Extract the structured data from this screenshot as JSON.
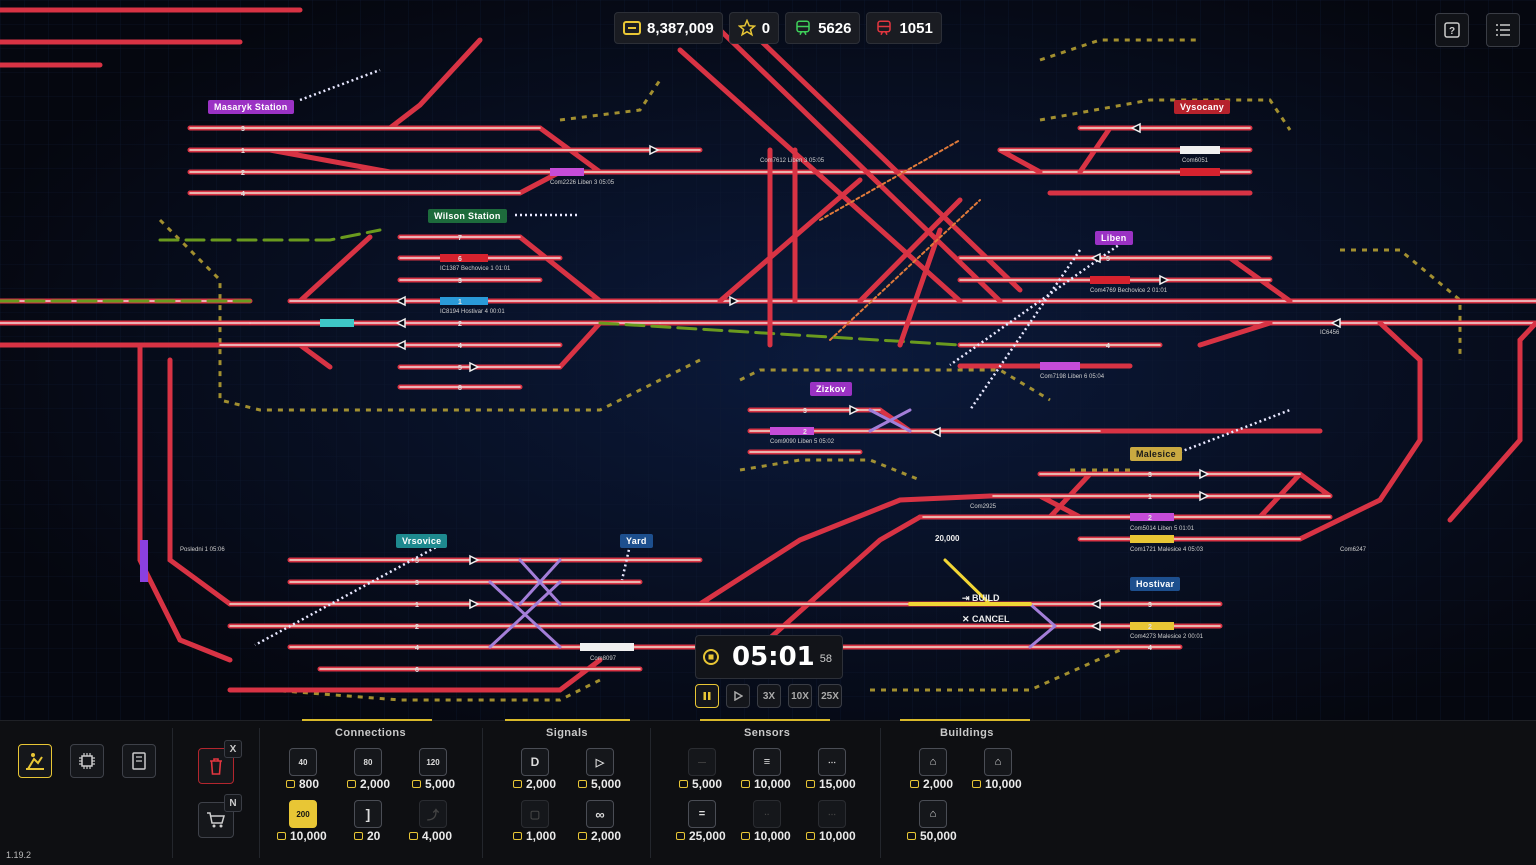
{
  "stats": {
    "money": "8,387,009",
    "stars": "0",
    "green_trains": "5626",
    "red_trains": "1051"
  },
  "stations": [
    {
      "name": "Masaryk Station",
      "style": "purple"
    },
    {
      "name": "Wilson Station",
      "style": "green"
    },
    {
      "name": "Vysocany",
      "style": "red"
    },
    {
      "name": "Liben",
      "style": "purple"
    },
    {
      "name": "Zizkov",
      "style": "purple"
    },
    {
      "name": "Malesice",
      "style": "yellow"
    },
    {
      "name": "Vrsovice",
      "style": "teal"
    },
    {
      "name": "Yard",
      "style": "blue"
    },
    {
      "name": "Hostivar",
      "style": "blue"
    }
  ],
  "trains": [
    "Com2226  Liben  3  05:05",
    "IC1387  Bechovice  1  01:01",
    "IC8194  Hostivar  4  00:01",
    "Com7612  Liben  3  05:05",
    "Com6051",
    "Com4769  Bechovice  2  01:01",
    "Com7198  Liben  6  05:04",
    "Com9090  Liben  5  05:02",
    "Com5014  Liben  5  01:01",
    "Com1721  Malesice  4  05:03",
    "Com4273  Malesice  2  00:01",
    "IC6456",
    "Com2925",
    "Com6247",
    "Com8097",
    "Posledni  1  05:06"
  ],
  "build_tip": {
    "price": "20,000",
    "build": "BUILD",
    "cancel": "CANCEL"
  },
  "clock": {
    "time": "05:01",
    "seconds": "58"
  },
  "speeds": [
    "3X",
    "10X",
    "25X"
  ],
  "toolbar": {
    "keys": {
      "delete": "X",
      "shop": "N"
    },
    "categories": {
      "connections": "Connections",
      "signals": "Signals",
      "sensors": "Sensors",
      "buildings": "Buildings"
    },
    "connections": [
      {
        "icon": "40",
        "price": "800"
      },
      {
        "icon": "80",
        "price": "2,000"
      },
      {
        "icon": "120",
        "price": "5,000"
      },
      {
        "icon": "200",
        "price": "10,000"
      },
      {
        "icon": "bracket",
        "price": "20"
      },
      {
        "icon": "switch",
        "price": "4,000"
      }
    ],
    "signals": [
      {
        "icon": "signal-d",
        "price": "2,000"
      },
      {
        "icon": "signal-play",
        "price": "5,000"
      },
      {
        "icon": "signal-lock",
        "price": "1,000"
      },
      {
        "icon": "signal-infinity",
        "price": "2,000"
      }
    ],
    "sensors": [
      {
        "price": "5,000"
      },
      {
        "price": "10,000"
      },
      {
        "price": "15,000"
      },
      {
        "price": "25,000"
      },
      {
        "price": "10,000"
      },
      {
        "price": "10,000"
      }
    ],
    "buildings": [
      {
        "price": "2,000"
      },
      {
        "price": "10,000"
      },
      {
        "price": "50,000"
      }
    ],
    "version": "1.19.2"
  }
}
